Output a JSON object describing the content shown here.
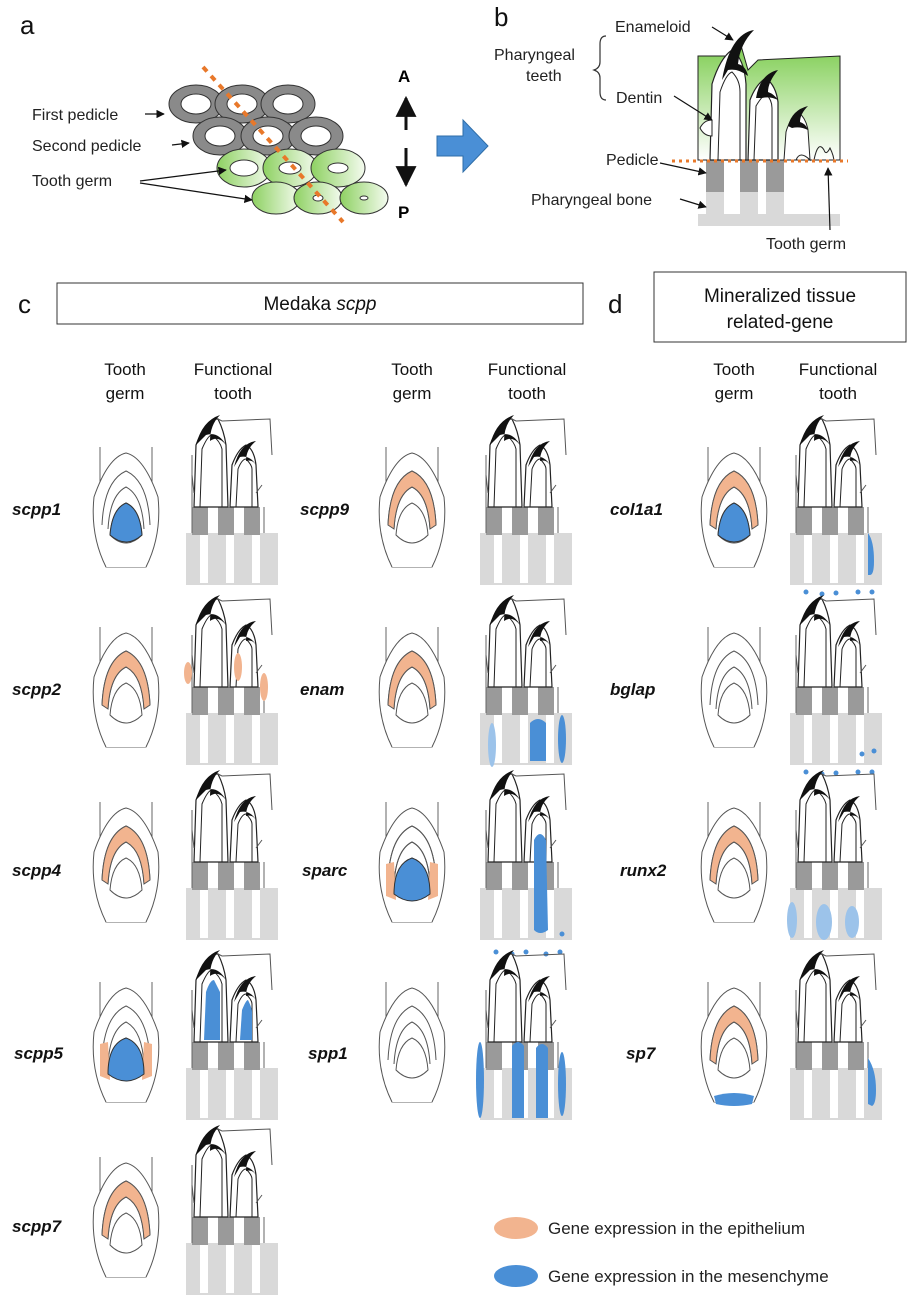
{
  "panels": {
    "a": "a",
    "b": "b",
    "c": "c",
    "d": "d"
  },
  "panel_a": {
    "first_pedicle": "First pedicle",
    "second_pedicle": "Second pedicle",
    "tooth_germ": "Tooth germ",
    "axis_anterior": "A",
    "axis_posterior": "P"
  },
  "panel_b": {
    "enameloid": "Enameloid",
    "pharyngeal_teeth_line1": "Pharyngeal",
    "pharyngeal_teeth_line2": "teeth",
    "dentin": "Dentin",
    "pedicle": "Pedicle",
    "pharyngeal_bone": "Pharyngeal bone",
    "tooth_germ": "Tooth germ"
  },
  "panel_c": {
    "title_prefix": "Medaka ",
    "title_italic": "scpp",
    "col_tooth_germ_line1": "Tooth",
    "col_tooth_germ_line2": "germ",
    "col_functional_line1": "Functional",
    "col_functional_line2": "tooth"
  },
  "panel_d": {
    "title_line1": "Mineralized tissue",
    "title_line2": "related-gene"
  },
  "genes": {
    "scpp1": "scpp1",
    "scpp2": "scpp2",
    "scpp4": "scpp4",
    "scpp5": "scpp5",
    "scpp7": "scpp7",
    "scpp9": "scpp9",
    "enam": "enam",
    "sparc": "sparc",
    "spp1": "spp1",
    "col1a1": "col1a1",
    "bglap": "bglap",
    "runx2": "runx2",
    "sp7": "sp7"
  },
  "legend": {
    "epithelium": "Gene expression in the epithelium",
    "mesenchyme": "Gene expression in the mesenchyme"
  },
  "colors": {
    "epithelium": "#f2b48f",
    "mesenchyme": "#4a8fd6",
    "mesenchyme_light": "#9cc3ea",
    "germ_green": "#7ccc4e",
    "bone_gray": "#d9d9d9",
    "pedicle_gray": "#9a9a9a",
    "arrow_blue": "#4a8fd6",
    "dotted_orange": "#e8782a"
  }
}
